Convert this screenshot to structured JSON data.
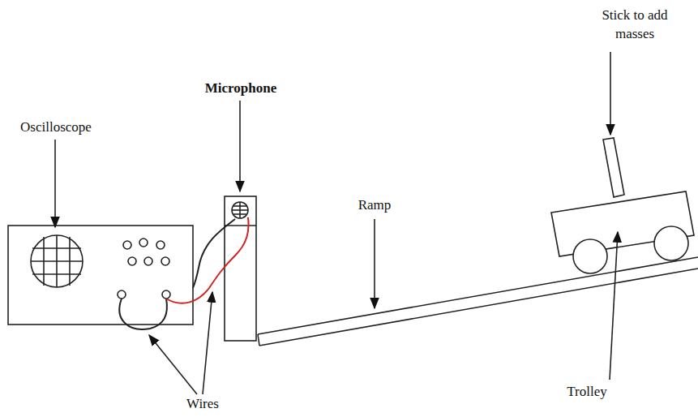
{
  "diagram": {
    "labels": [
      "Stick to add masses",
      "Microphone",
      "Oscilloscope",
      "Ramp",
      "Wires",
      "Trolley"
    ]
  }
}
